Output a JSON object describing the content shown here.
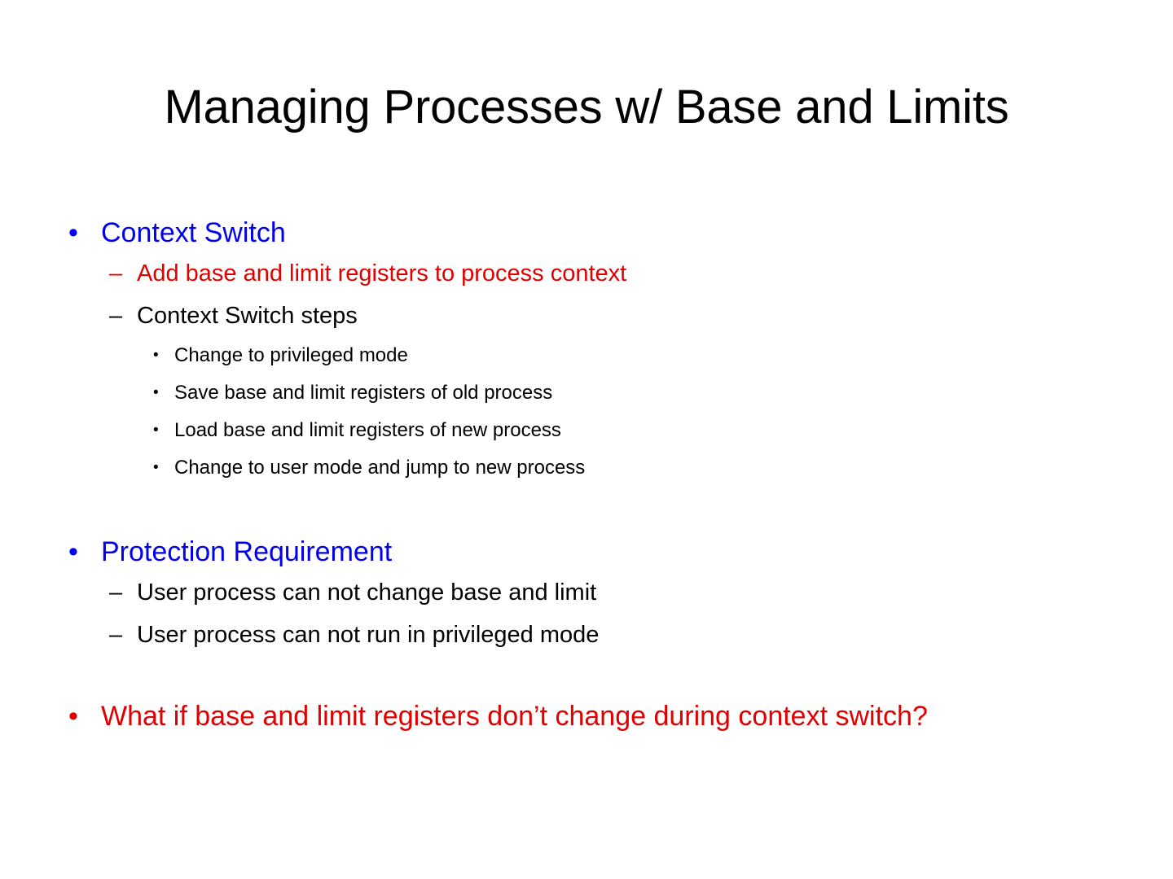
{
  "slide": {
    "title": "Managing Processes w/ Base and Limits",
    "background_color": "#FFFFFF",
    "colors": {
      "heading_blue": "#0000EE",
      "emphasis_red": "#E00000",
      "body_black": "#000000"
    },
    "markers": {
      "level1_bullet": "•",
      "level2_dash": "–",
      "level3_bullet": "•"
    },
    "sections": [
      {
        "heading": "Context Switch",
        "items": [
          {
            "text": "Add base and limit registers to process context",
            "color": "#E00000"
          },
          {
            "text": "Context Switch steps",
            "color": "#000000"
          }
        ],
        "subitems": [
          "Change to privileged mode",
          "Save base and limit registers of old process",
          "Load base and limit registers of new process",
          "Change to user mode and jump to new process"
        ]
      },
      {
        "heading": "Protection Requirement",
        "items": [
          {
            "text": "User process can not change base and limit",
            "color": "#000000"
          },
          {
            "text": "User process can not run in privileged mode",
            "color": "#000000"
          }
        ]
      },
      {
        "question": "What if base and limit registers don’t change during context switch?"
      }
    ]
  }
}
